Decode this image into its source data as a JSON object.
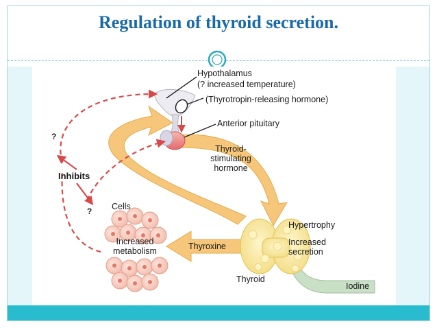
{
  "slide": {
    "title": "Regulation of thyroid secretion."
  },
  "diagram": {
    "labels": {
      "hypothalamus": "Hypothalamus",
      "increased_temperature": "(? increased temperature)",
      "trh": "(Thyrotropin-releasing hormone)",
      "anterior_pituitary": "Anterior pituitary",
      "tsh_line1": "Thyroid-",
      "tsh_line2": "stimulating",
      "tsh_line3": "hormone",
      "inhibits": "Inhibits",
      "question_top": "?",
      "question_bottom": "?",
      "cells": "Cells",
      "increased_metabolism_line1": "Increased",
      "increased_metabolism_line2": "metabolism",
      "thyroxine": "Thyroxine",
      "hypertrophy": "Hypertrophy",
      "increased_secretion_line1": "Increased",
      "increased_secretion_line2": "secretion",
      "thyroid": "Thyroid",
      "iodine": "Iodine"
    }
  },
  "colors": {
    "title": "#1a6aa8",
    "frame": "#9fd8e3",
    "bottom_bar": "#29bccf",
    "side_panel": "#e4f6f9",
    "pathway_arrow": "#f6c77a",
    "pathway_arrow_edge": "#e6a94a",
    "inhibit_dash": "#d84a4a",
    "iodine_arrow": "#c9dfc6",
    "thyroid_gland": "#f8e9a8",
    "cells": "#f6cfc3"
  }
}
